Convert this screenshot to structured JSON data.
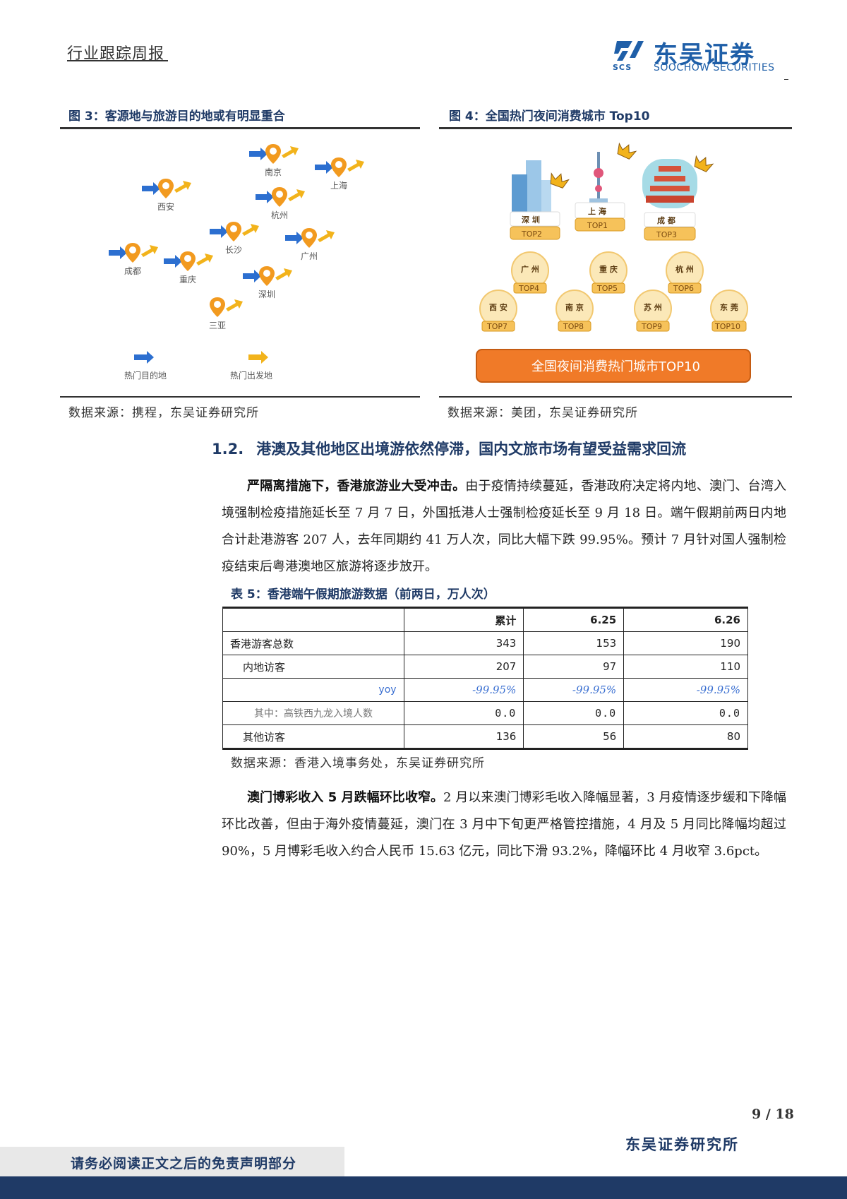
{
  "header": {
    "title": "行业跟踪周报",
    "logo_cn": "东吴证券",
    "logo_en": "SOOCHOW SECURITIES",
    "logo_abbr": "SCS"
  },
  "figure3": {
    "title": "图 3：客源地与旅游目的地或有明显重合",
    "cities": [
      "西安",
      "南京",
      "上海",
      "杭州",
      "长沙",
      "广州",
      "成都",
      "重庆",
      "深圳",
      "三亚"
    ],
    "legend": {
      "destination": "热门目的地",
      "origin": "热门出发地"
    },
    "legend_colors": {
      "destination": "#2c6fd0",
      "origin": "#f2b31b"
    },
    "source": "数据来源：携程，东吴证券研究所"
  },
  "figure4": {
    "title": "图 4：全国热门夜间消费城市 Top10",
    "podium": [
      {
        "city": "深 圳",
        "rank": "TOP2"
      },
      {
        "city": "上 海",
        "rank": "TOP1"
      },
      {
        "city": "成 都",
        "rank": "TOP3"
      }
    ],
    "row1": [
      {
        "city": "广 州",
        "rank": "TOP4"
      },
      {
        "city": "重 庆",
        "rank": "TOP5"
      },
      {
        "city": "杭 州",
        "rank": "TOP6"
      }
    ],
    "row2": [
      {
        "city": "西 安",
        "rank": "TOP7"
      },
      {
        "city": "南 京",
        "rank": "TOP8"
      },
      {
        "city": "苏 州",
        "rank": "TOP9"
      },
      {
        "city": "东 莞",
        "rank": "TOP10"
      }
    ],
    "banner": "全国夜间消费热门城市TOP10",
    "banner_color": "#f07a28",
    "source": "数据来源：美团，东吴证券研究所"
  },
  "section": {
    "number": "1.2.",
    "heading": "港澳及其他地区出境游依然停滞，国内文旅市场有望受益需求回流"
  },
  "para1": {
    "lead": "严隔离措施下，香港旅游业大受冲击。",
    "body": "由于疫情持续蔓延，香港政府决定将内地、澳门、台湾入境强制检疫措施延长至 7 月 7 日，外国抵港人士强制检疫延长至 9 月 18 日。端午假期前两日内地合计赴港游客 207 人，去年同期约 41 万人次，同比大幅下跌 99.95%。预计 7 月针对国人强制检疫结束后粤港澳地区旅游将逐步放开。"
  },
  "table5": {
    "title": "表 5：香港端午假期旅游数据（前两日，万人次）",
    "columns": [
      "",
      "累计",
      "6.25",
      "6.26"
    ],
    "rows": [
      {
        "label": "香港游客总数",
        "values": [
          "343",
          "153",
          "190"
        ]
      },
      {
        "label": "内地访客",
        "values": [
          "207",
          "97",
          "110"
        ]
      },
      {
        "label": "yoy",
        "values": [
          "-99.95%",
          "-99.95%",
          "-99.95%"
        ]
      },
      {
        "label": "其中：高铁西九龙入境人数",
        "values": [
          "0.0",
          "0.0",
          "0.0"
        ]
      },
      {
        "label": "其他访客",
        "values": [
          "136",
          "56",
          "80"
        ]
      }
    ],
    "source": "数据来源：香港入境事务处，东吴证券研究所"
  },
  "para2": {
    "lead": "澳门博彩收入 5 月跌幅环比收窄。",
    "body": "2 月以来澳门博彩毛收入降幅显著，3 月疫情逐步缓和下降幅环比改善，但由于海外疫情蔓延，澳门在 3 月中下旬更严格管控措施，4 月及 5 月同比降幅均超过 90%，5 月博彩毛收入约合人民币 15.63 亿元，同比下滑 93.2%，降幅环比 4 月收窄 3.6pct。"
  },
  "footer": {
    "page": "9 / 18",
    "org": "东吴证券研究所",
    "disclaimer": "请务必阅读正文之后的免责声明部分"
  }
}
